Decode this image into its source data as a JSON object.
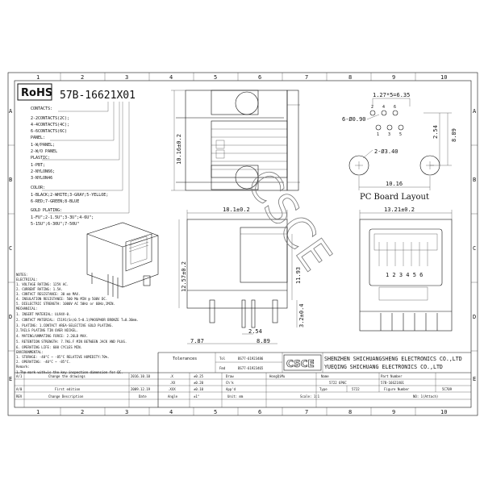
{
  "grid": {
    "columns": [
      "1",
      "2",
      "3",
      "4",
      "5",
      "6",
      "7",
      "8",
      "9",
      "10"
    ],
    "rows": [
      "A",
      "B",
      "C",
      "D",
      "E"
    ]
  },
  "header": {
    "rohs": "RoHS",
    "part_code": "57B-16621X01"
  },
  "options": [
    "CONTACTS:",
    "2-2CONTACTS(2C);",
    "4-4CONTACTS(4C);",
    "6-6CONTACTS(6C)",
    "PANEL:",
    "1-W/PANEL;",
    "2-W/O PANEL",
    "PLASTIC:",
    "1-PBT;",
    "2-NYLON66;",
    "3-NYLON46",
    "COLOR:",
    "1-BLACK;2-WHITE;3-GRAY;5-YELLOE;",
    "6-RED;7-GREEN;8-BLUE",
    "GOLD PLATING:",
    "1-FU\";2-1.5U\";3-3U\";4-6U\";",
    "5-15U\";6-30U\";7-50U\""
  ],
  "notes": [
    "NOTES:",
    "ELECTRICAL:",
    "1. VOLTAGE RATING: 125V AC.",
    "2. CURRENT RATING: 1.5A.",
    "3. CONTACT RESISTANCE: 30 mΩ MAX.",
    "4. INSULATION RESISTANCE: 500 MΩ MIN @ 500V DC.",
    "5. DIELECTRIC STRENGTH: 1000V AC 50Hz or 60Hz,1MIN.",
    "MECHANICAL:",
    "1. INSERT MATERIAL: UL94V-0.",
    "2. CONTACT MATERIAL: C5191(Sn)0.5~0.1)PHOSPHOR BRONZE T=0.30mm.",
    "3. PLATING: 1.CONTACT AREA-SELECTIVE GOLD PLATING.",
    "             2.TAILS PLATING TIN OVER NICKEL.",
    "4. MATING/UNMATING FORCE: 2.26LB MAX.",
    "5. RETENTION STRENGTH: 7.7KG.F MIN BETWEEN JACK AND PLUG.",
    "6. OPERATING LIFE: 600 CYCLES MIN.",
    "ENVIRONMENTAL:",
    "1. STORAGE: -40°C ~ -85°C RELATIVE HUMIDITY:70%.",
    "2. OPERATING: -40°C ~ -85°C.",
    "Remark:",
    "1.The mark with★is the key inspection dimension for QC."
  ],
  "dims": {
    "pitch": "1.27*5=6.35",
    "hole_small": "6-Ø0.90",
    "hole_large": "2-Ø3.40",
    "pcb_vert1": "2.54",
    "pcb_vert2": "8.89",
    "pcb_width": "10.16",
    "top_height": "10.16±0.2",
    "side_width": "18.1±0.2",
    "side_height": "12.57±0.2",
    "side_right": "11.93",
    "side_pin": "3.2±0.4",
    "side_bot1": "2.54",
    "side_bot2": "8.89",
    "side_bot3": "7.87",
    "front_width": "13.21±0.2",
    "pin_numbers": "1 2 3 4 5 6",
    "pcb_title": "PC Board Layout",
    "watermark": "CSCE"
  },
  "title_block": {
    "tolerances": "Tolerances",
    "tol_label": "Tol",
    "fmd_label": "Fmd",
    "tol_ref": "BS77-61923486",
    "fmd_ref": "BS77-61923465",
    "logo": "CSCE",
    "company1": "SHENZHEN SHICHUANGSHENG ELECTRONICS CO.,LTD",
    "company2": "YUEQING SHICHUANG ELECTRONICS CO.,LTD",
    "x": ".X",
    "x_tol": "±0.25",
    "xx": ".XX",
    "xx_tol": "±0.20",
    "xxx": ".XXX",
    "xxx_tol": "±0.10",
    "angle": "Angle",
    "angle_tol": "±1°",
    "draw": "Draw",
    "draw_name": "HongQiMu",
    "chk": "Ch'k",
    "app": "App'd",
    "name_label": "Name",
    "name_val": "5722 6P6C",
    "part_label": "Part Number",
    "part_val": "57B-16621X01",
    "type_label": "Type",
    "type_val": "5722",
    "figure_label": "Figure Number",
    "figure_val": "5C709",
    "unit": "Unit: mm",
    "scale": "Scale: 1:1",
    "sheet": "NO: 1(Attach)",
    "rev_a1": "A/1",
    "rev_a1_desc": "Change the drawings",
    "rev_a1_date": "2016.10.10",
    "rev_a0": "A/0",
    "rev_a0_desc": "First edition",
    "rev_a0_date": "2009.12.19",
    "rev_label": "REV",
    "change_label": "Change Description",
    "date_label": "Date"
  }
}
